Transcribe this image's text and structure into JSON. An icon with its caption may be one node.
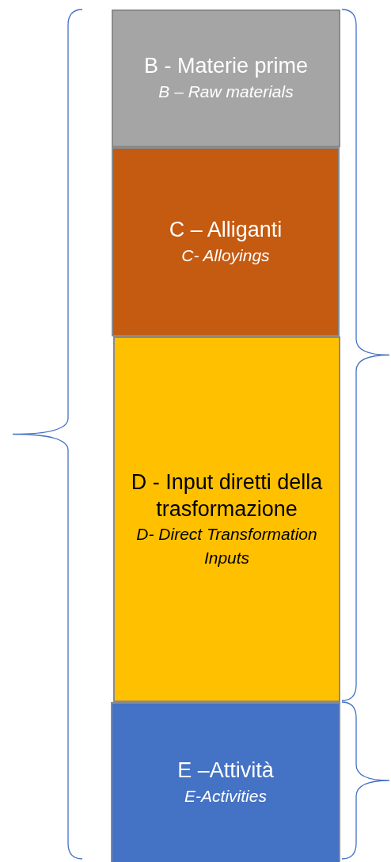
{
  "diagram": {
    "nodes": [
      {
        "text": [
          "B - Materie prime",
          "B – Raw materials"
        ]
      },
      {
        "text": [
          "C – Alliganti",
          "C- Alloyings"
        ]
      },
      {
        "text": [
          "D - Input diretti della trasformazione",
          "D- Direct Transformation Inputs"
        ]
      },
      {
        "text": [
          "E –Attività",
          "E-Activities"
        ]
      }
    ]
  }
}
